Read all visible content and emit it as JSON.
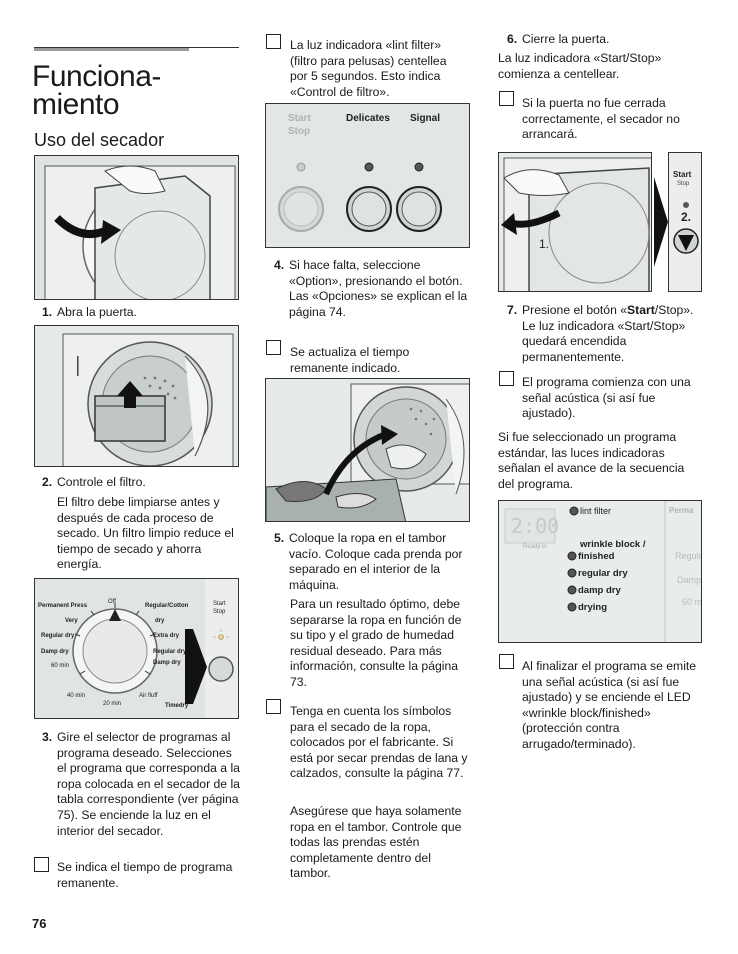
{
  "page": {
    "number": "76",
    "title_line1": "Funciona-",
    "title_line2": "miento",
    "subtitle": "Uso del secador"
  },
  "col1": {
    "step1": {
      "num": "1.",
      "text": "Abra la puerta."
    },
    "step2": {
      "num": "2.",
      "text": "Controle el filtro."
    },
    "step2_para": "El filtro debe limpiarse antes y después de cada proceso de secado. Un filtro limpio reduce el tiempo de secado y ahorra energía.",
    "step3": {
      "num": "3.",
      "text": "Gire el selector de programas al programa deseado. Selecciones el programa que corresponda a la ropa colocada en el secador de la tabla correspondiente (ver página 75). Se enciende la luz en el interior del secador."
    },
    "check1": "Se indica el tiempo de programa remanente."
  },
  "col2": {
    "check_lint": "La luz indicadora «lint filter» (filtro para pelusas) centellea por 5 segundos. Esto indica «Control de filtro».",
    "step4": {
      "num": "4.",
      "text": "Si hace falta, seleccione «Option», presionando el botón.",
      "text2": "Las «Opciones» se explican el la página 74."
    },
    "check_update": "Se actualiza el tiempo remanente indicado.",
    "step5": {
      "num": "5.",
      "text": "Coloque la ropa en el tambor vacío. Coloque cada prenda por separado en el interior de la máquina."
    },
    "step5_para": "Para un resultado óptimo, debe separarse la ropa en función de su tipo y el grado de humedad residual deseado. Para más información, consulte la página 73.",
    "check_symbols": "Tenga en cuenta los símbolos para el secado de la ropa, colocados por el fabricante. Si está por secar prendas de lana y calzados, consulte la página 77.",
    "check_symbols_para": "Asegúrese que haya solamente ropa en el tambor. Controle que todas las prendas estén completamente dentro del tambor."
  },
  "col3": {
    "step6": {
      "num": "6.",
      "text": "Cierre la puerta."
    },
    "step6_para": "La luz indicadora «Start/Stop» comienza a centellear.",
    "check_door": "Si la puerta no fue cerrada correctamente, el secador no arrancará.",
    "step7": {
      "num": "7.",
      "pre": "Presione el botón «",
      "bold": "Start",
      "post": "/Stop». Le luz indicadora «Start/Stop» quedará encendida permanentemente."
    },
    "check_start": "El programa comienza con una señal acústica (si así fue ajustado).",
    "para_std": "Si fue seleccionado un programa estándar, las luces indicadoras señalan el avance de la secuencia del programa.",
    "check_end": "Al finalizar el programa se emite una señal acústica (si así fue ajustado) y se enciende el LED «wrinkle block/finished» (protección contra arrugado/terminado)."
  },
  "panel_fig": {
    "start": "Start",
    "stop": "Stop",
    "delicates": "Delicates",
    "signal": "Signal"
  },
  "dial_fig": {
    "permanent_press": "Permanent Press",
    "off": "Off",
    "regular_cotton": "Regular/Cotton",
    "very_dry_l": "Very",
    "very_dry_r": "dry",
    "regular_dry_l": "Regular dry",
    "regular_dry_r": "Regular dry",
    "extra_dry": "Extra dry",
    "damp_dry_l": "Damp dry",
    "damp_dry_r": "Damp dry",
    "min60": "60 min",
    "min40": "40 min",
    "min20": "20 min",
    "air_fluff": "Air fluff",
    "timedry": "Timedry",
    "start": "Start",
    "stop": "Stop"
  },
  "door_fig": {
    "start": "Start",
    "stop": "Stop",
    "label1": "1.",
    "label2": "2."
  },
  "display_fig": {
    "time": "2:00",
    "ready_in": "Ready in",
    "lint_filter": "lint filter",
    "wrinkle1": "wrinkle block /",
    "wrinkle2": "finished",
    "regular_dry": "regular dry",
    "damp_dry": "damp dry",
    "drying": "drying",
    "perma": "Perma",
    "regula": "Regula",
    "damp": "Damp",
    "min60": "60 m"
  }
}
